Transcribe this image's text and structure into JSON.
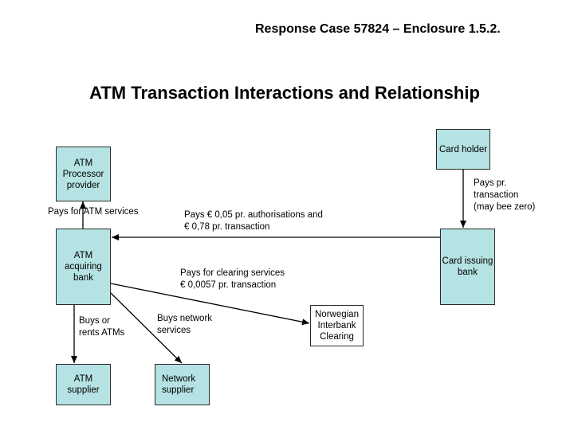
{
  "header": {
    "enclosure": "Response Case 57824 – Enclosure 1.5.2.",
    "title": "ATM Transaction Interactions and Relationship"
  },
  "nodes": {
    "card_holder": "Card holder",
    "card_issuing_bank": "Card issuing\nbank",
    "atm_processor": "ATM\nProcessor\nprovider",
    "atm_acquiring_bank": "ATM\nacquiring\nbank",
    "norwegian_clearing": "Norwegian\nInterbank\nClearing",
    "atm_supplier": "ATM\nsupplier",
    "network_supplier": "Network\nsupplier"
  },
  "edge_labels": {
    "pays_per_transaction": "Pays pr.\ntransaction\n(may bee zero)",
    "pays_atm_services": "Pays for ATM services",
    "pays_authorisations": "Pays € 0,05 pr. authorisations and\n€ 0,78 pr. transaction",
    "pays_clearing": "Pays for clearing services\n€ 0,0057 pr. transaction",
    "buys_atms": "Buys or\nrents ATMs",
    "buys_network": "Buys network\nservices"
  }
}
